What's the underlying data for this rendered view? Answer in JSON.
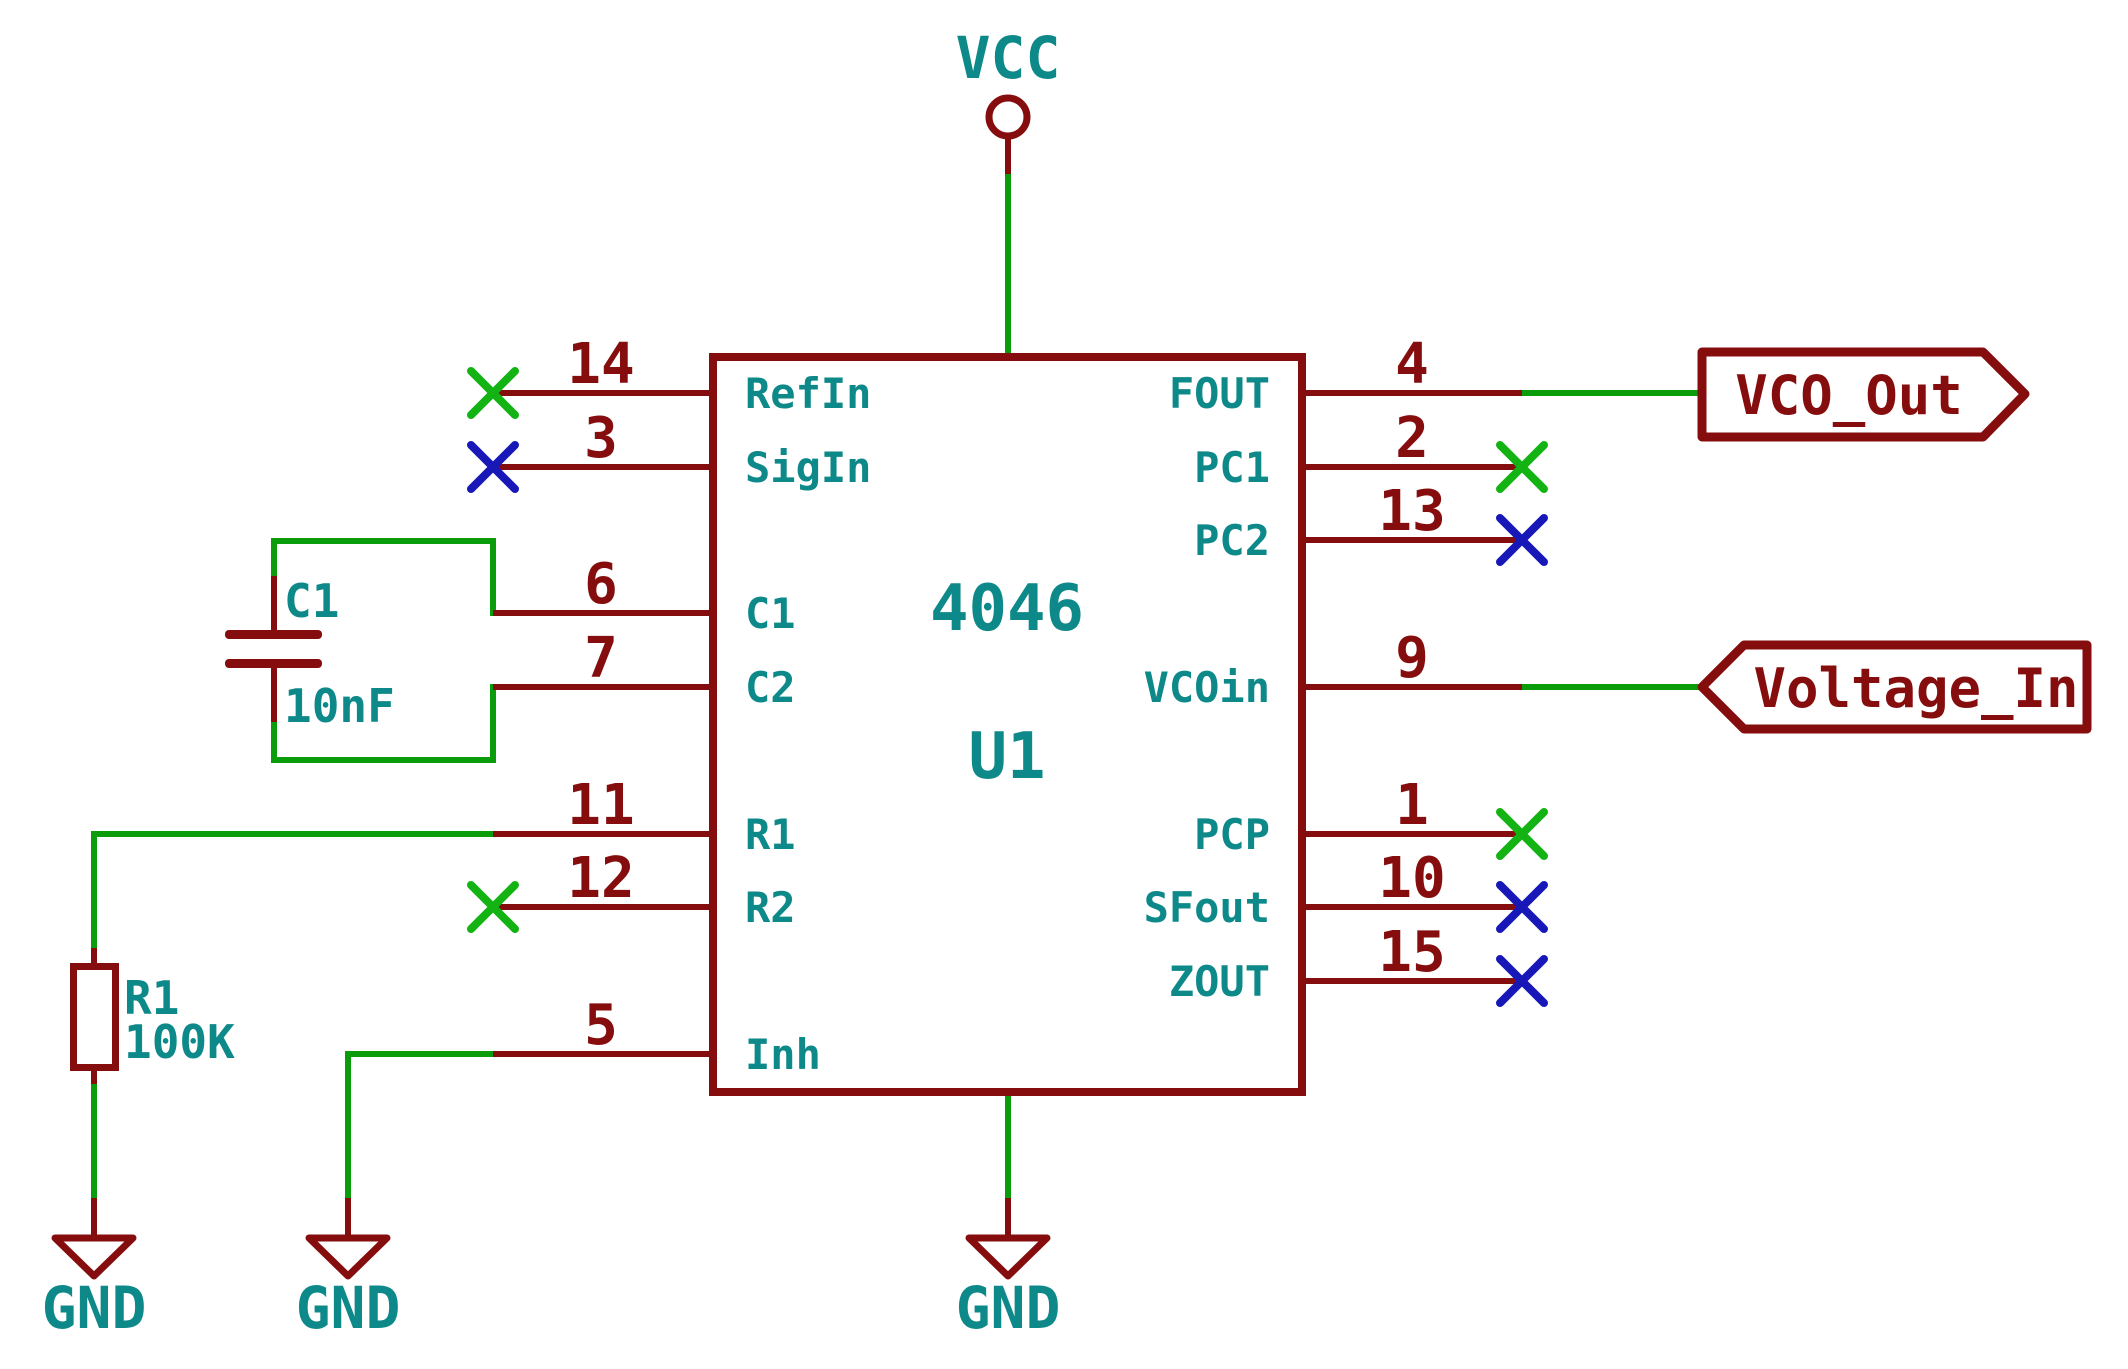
{
  "schematic": {
    "description_visible_texts_only": true
  },
  "power": {
    "vcc": "VCC",
    "gnd": "GND"
  },
  "ic": {
    "value": "4046",
    "reference": "U1",
    "left_pins": [
      {
        "number": "14",
        "name": "RefIn"
      },
      {
        "number": "3",
        "name": "SigIn"
      },
      {
        "number": "6",
        "name": "C1"
      },
      {
        "number": "7",
        "name": "C2"
      },
      {
        "number": "11",
        "name": "R1"
      },
      {
        "number": "12",
        "name": "R2"
      },
      {
        "number": "5",
        "name": "Inh"
      }
    ],
    "right_pins": [
      {
        "number": "4",
        "name": "FOUT"
      },
      {
        "number": "2",
        "name": "PC1"
      },
      {
        "number": "13",
        "name": "PC2"
      },
      {
        "number": "9",
        "name": "VCOin"
      },
      {
        "number": "1",
        "name": "PCP"
      },
      {
        "number": "10",
        "name": "SFout"
      },
      {
        "number": "15",
        "name": "ZOUT"
      }
    ]
  },
  "capacitor": {
    "reference": "C1",
    "value": "10nF"
  },
  "resistor": {
    "reference": "R1",
    "value": "100K"
  },
  "net_labels": {
    "vco_out": "VCO_Out",
    "voltage_in": "Voltage_In"
  },
  "colors": {
    "symbol_outline": "#850d0d",
    "component_text": "#0e8989",
    "wire": "#0a9c0a",
    "no_connect_green": "#14b314",
    "no_connect_blue": "#1818b8",
    "background": "#ffffff"
  }
}
